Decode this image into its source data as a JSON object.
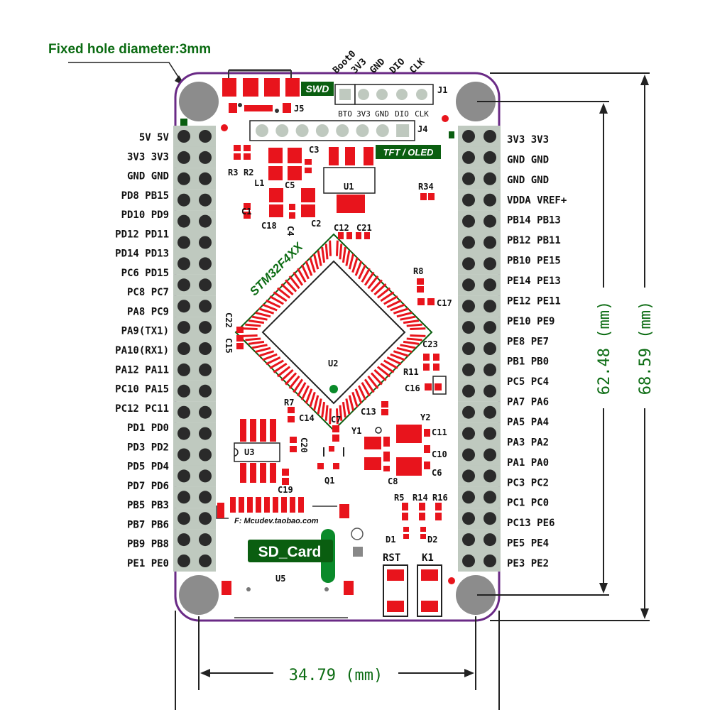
{
  "annotation": {
    "hole_note": "Fixed hole diameter:3mm"
  },
  "dimensions": {
    "width": "34.79 (mm)",
    "height_inner": "62.48 (mm)",
    "height_outer": "68.59 (mm)"
  },
  "swd_header": {
    "badge": "SWD",
    "pins_rotated": [
      "Boot0",
      "3V3",
      "GND",
      "DIO",
      "CLK"
    ],
    "pins_silk": [
      "BTO",
      "3V3",
      "GND",
      "DIO",
      "CLK"
    ],
    "ref": "J1"
  },
  "tft_header": {
    "badge": "TFT / OLED",
    "ref": "J4"
  },
  "usb_ref": "J5",
  "mcu": {
    "name": "STM32F4XX",
    "ref": "U2"
  },
  "sd": {
    "badge": "SD_Card",
    "ref": "U5",
    "url": "F: Mcudev.taobao.com"
  },
  "buttons": {
    "reset": "RST",
    "user": "K1"
  },
  "left_pins": [
    "5V  5V",
    "3V3 3V3",
    "GND GND",
    "PD8 PB15",
    "PD10 PD9",
    "PD12 PD11",
    "PD14 PD13",
    "PC6  PD15",
    "PC8  PC7",
    "PA8  PC9",
    "PA9(TX1)",
    "PA10(RX1)",
    "PA12 PA11",
    "PC10 PA15",
    "PC12 PC11",
    "PD1  PD0",
    "PD3  PD2",
    "PD5  PD4",
    "PD7  PD6",
    "PB5 PB3",
    "PB7 PB6",
    "PB9  PB8",
    "PE1  PE0"
  ],
  "right_pins": [
    "3V3 3V3",
    "GND GND",
    "GND GND",
    "VDDA  VREF+",
    "PB14 PB13",
    "PB12 PB11",
    "PB10 PE15",
    "PE14 PE13",
    "PE12 PE11",
    "PE10 PE9",
    "PE8  PE7",
    "PB1  PB0",
    "PC5  PC4",
    "PA7  PA6",
    "PA5  PA4",
    "PA3  PA2",
    "PA1  PA0",
    "PC3  PC2",
    "PC1  PC0",
    "PC13 PE6",
    "PE5  PE4",
    "PE3  PE2"
  ],
  "designators": [
    "C3",
    "R3",
    "R2",
    "L1",
    "C5",
    "C1",
    "C18",
    "C4",
    "C2",
    "U1",
    "R34",
    "C12",
    "C21",
    "R8",
    "C17",
    "C22",
    "C15",
    "C23",
    "R11",
    "C16",
    "R7",
    "C14",
    "C7",
    "C13",
    "Y2",
    "Y1",
    "C11",
    "C10",
    "C6",
    "C8",
    "C20",
    "U3",
    "Q1",
    "C19",
    "R5",
    "R14",
    "R16",
    "D1",
    "D2"
  ]
}
